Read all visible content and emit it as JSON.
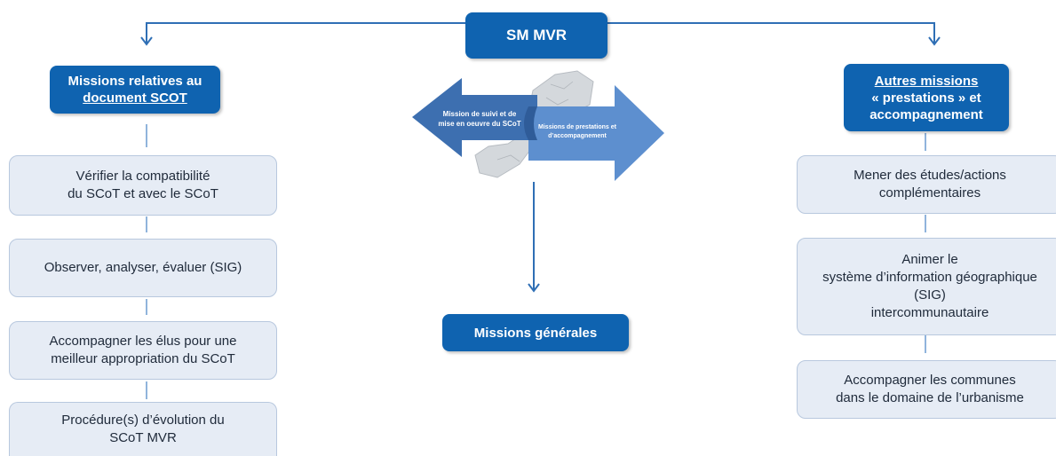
{
  "top": {
    "title": "SM MVR"
  },
  "left": {
    "header_line1": "Missions relatives au",
    "header_line2": "document SCOT",
    "items": [
      {
        "line1": "Vérifier la compatibilité",
        "line2": "du SCoT et avec le SCoT"
      },
      {
        "line1": "Observer, analyser, évaluer (SIG)",
        "line2": ""
      },
      {
        "line1": "Accompagner les élus pour une",
        "line2": "meilleur appropriation du SCoT"
      },
      {
        "line1": "Procédure(s) d’évolution du",
        "line2": "SCoT MVR"
      }
    ]
  },
  "center": {
    "left_arrow_text": "Mission de suivi et de mise en oeuvre du SCoT",
    "right_arrow_text": "Missions de prestations et d’accompagnement",
    "bottom_box": "Missions générales"
  },
  "right": {
    "header_line1": "Autres missions",
    "header_line2": "« prestations » et",
    "header_line3": "accompagnement",
    "items": [
      {
        "lines": [
          "Mener des études/actions",
          "complémentaires"
        ]
      },
      {
        "lines": [
          "Animer le",
          "système d’information géographique",
          "(SIG)",
          "intercommunautaire"
        ]
      },
      {
        "lines": [
          "Accompagner les communes",
          "dans le domaine de l’urbanisme"
        ]
      }
    ]
  },
  "colors": {
    "dark_blue": "#0f63b0",
    "light_box": "#e6ecf5",
    "arrow_blue": "#4a7fc1"
  }
}
